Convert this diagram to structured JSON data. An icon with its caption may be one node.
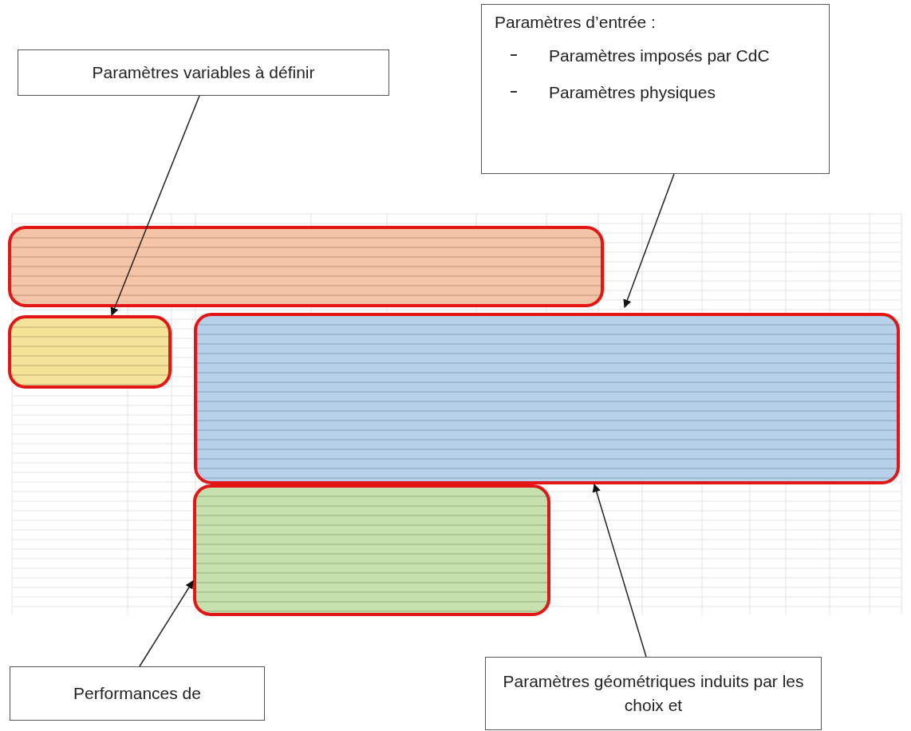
{
  "diagram": {
    "nodes": [
      {
        "text": [
          "Paramètres d’entrée :",
          "Paramètres imposés par CdC",
          "Paramètres physiques"
        ]
      },
      {
        "text": [
          "Paramètres variables à définir"
        ]
      },
      {
        "text": [],
        "shape": "box"
      },
      {
        "text": [],
        "shape": "box"
      },
      {
        "text": [],
        "shape": "box"
      },
      {
        "text": [],
        "shape": "box"
      },
      {
        "text": [
          "Performances de"
        ]
      },
      {
        "text": [
          "Paramètres géométriques induits par les choix et"
        ]
      }
    ],
    "edges": [
      {
        "from": 0,
        "to": 2,
        "arrow": "to"
      },
      {
        "from": 1,
        "to": 3,
        "arrow": "to"
      },
      {
        "from": 6,
        "to": 5,
        "arrow": "to"
      },
      {
        "from": 7,
        "to": 4,
        "arrow": "to"
      }
    ]
  }
}
